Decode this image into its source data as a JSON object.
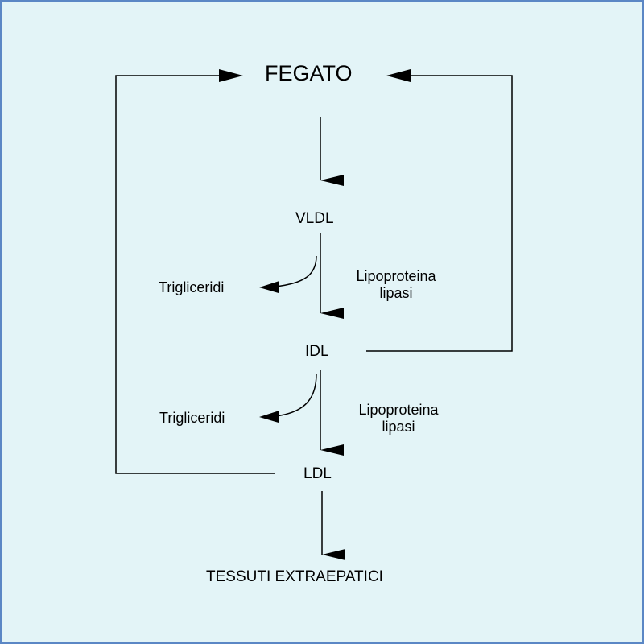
{
  "diagram": {
    "nodes": {
      "liver": "FEGATO",
      "vldl": "VLDL",
      "idl": "IDL",
      "ldl": "LDL",
      "tissues": "TESSUTI EXTRAEPATICI",
      "triglycerides_1": "Trigliceridi",
      "triglycerides_2": "Trigliceridi"
    },
    "enzymes": {
      "lpl_1_line1": "Lipoproteina",
      "lpl_1_line2": "lipasi",
      "lpl_2_line1": "Lipoproteina",
      "lpl_2_line2": "lipasi"
    },
    "colors": {
      "background": "#e3f4f7",
      "border": "#5b87c5",
      "ink": "#000000"
    }
  }
}
